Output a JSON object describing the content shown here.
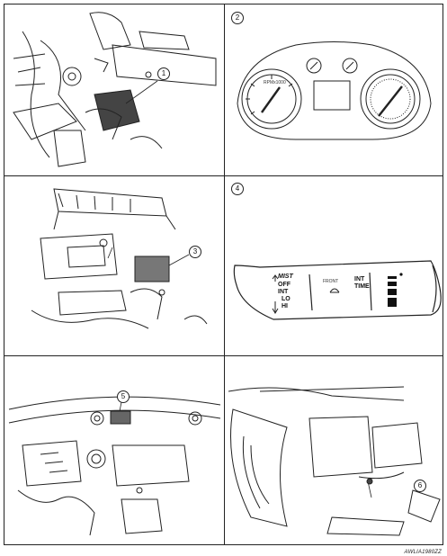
{
  "panels": [
    {
      "id": "1",
      "callout": "1"
    },
    {
      "id": "2",
      "callout": "2"
    },
    {
      "id": "3",
      "callout": "3"
    },
    {
      "id": "4",
      "callout": "4"
    },
    {
      "id": "5",
      "callout": "5"
    },
    {
      "id": "6",
      "callout": "6"
    }
  ],
  "cluster": {
    "tach_caption": "RPMx1000"
  },
  "wiper_lever": {
    "mist": "MIST",
    "positions": [
      "OFF",
      "INT",
      "LO",
      "HI"
    ],
    "front": "FRONT",
    "int_time_line1": "INT",
    "int_time_line2": "TIME"
  },
  "doc_code": "AWLIA1980ZZ"
}
